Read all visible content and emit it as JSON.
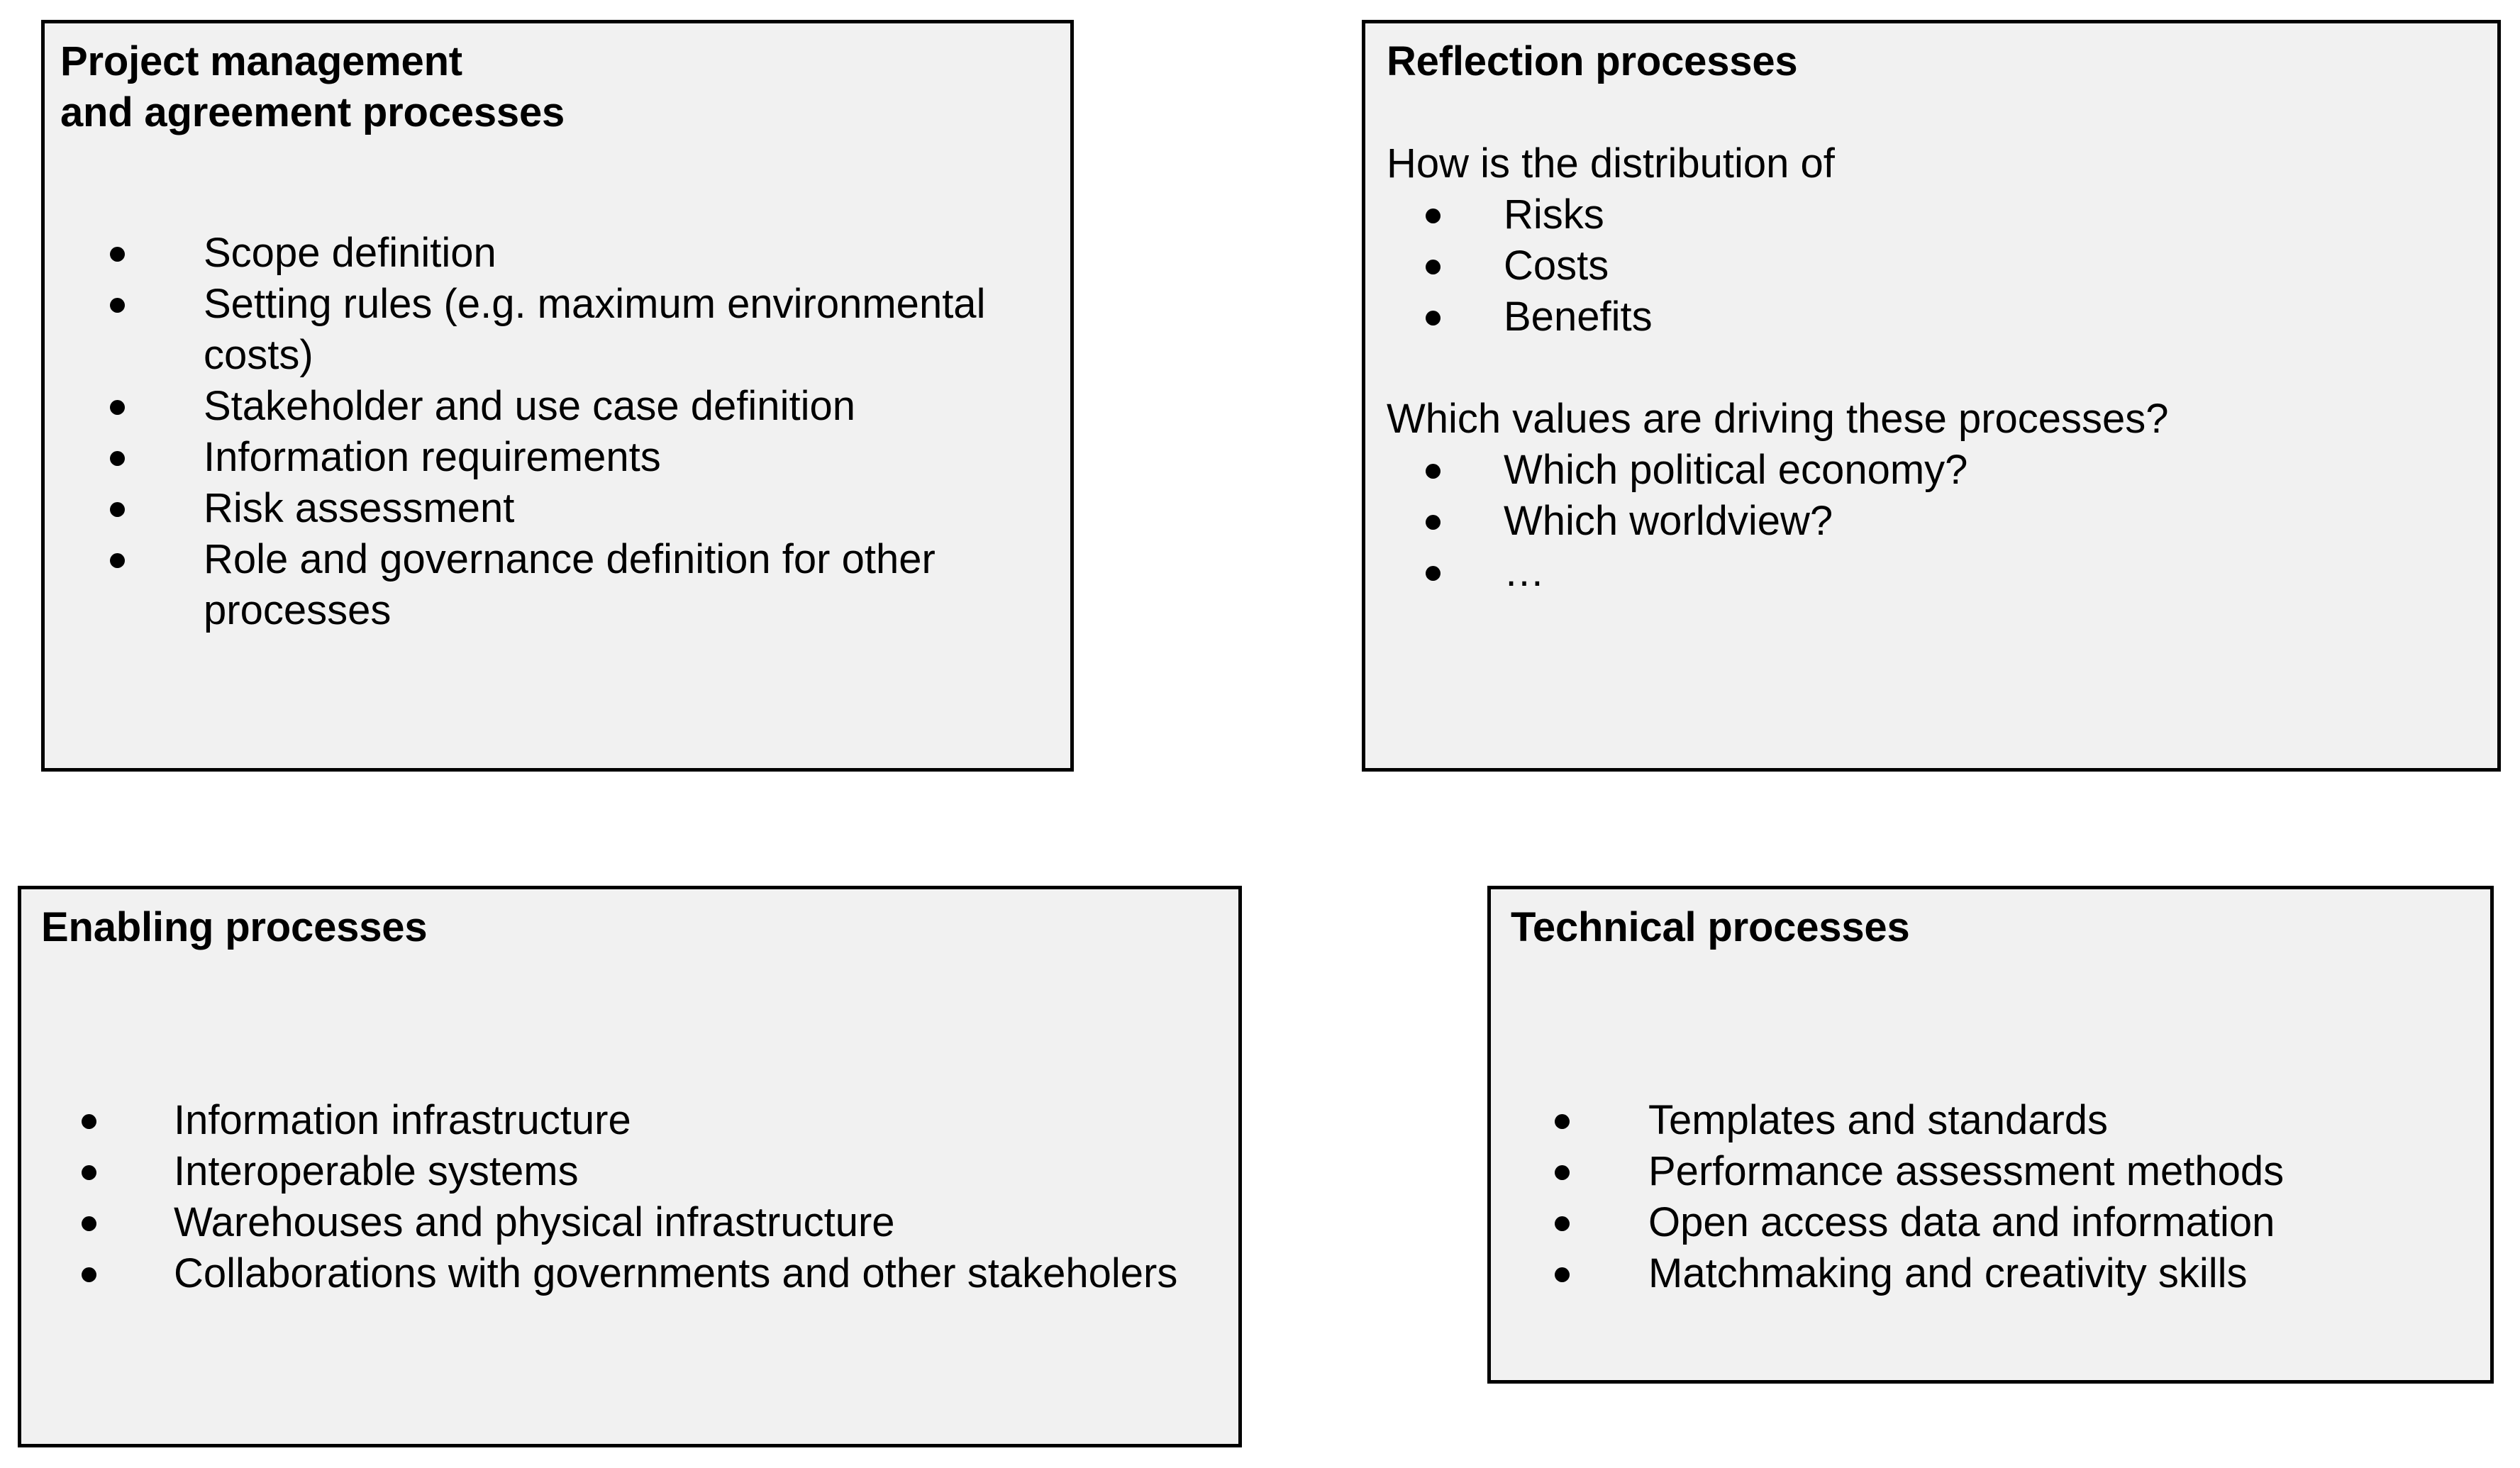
{
  "diagram": {
    "background_color": "#ffffff",
    "box_fill_color": "#f1f1f1",
    "box_border_color": "#000000",
    "text_color": "#000000",
    "boxes": [
      {
        "id": "project-management",
        "title": "Project management\nand agreement processes",
        "sections": [
          {
            "lead": "",
            "bullets": [
              "Scope definition",
              "Setting rules (e.g. maximum environmental costs)",
              "Stakeholder and use case definition",
              "Information requirements",
              "Risk assessment",
              "Role and governance definition for other processes"
            ]
          }
        ]
      },
      {
        "id": "reflection",
        "title": "Reflection processes",
        "sections": [
          {
            "lead": "How is the distribution of",
            "bullets": [
              "Risks",
              "Costs",
              "Benefits"
            ]
          },
          {
            "lead": "Which values are driving these processes?",
            "bullets": [
              "Which political economy?",
              "Which worldview?",
              "…"
            ]
          }
        ]
      },
      {
        "id": "enabling",
        "title": "Enabling processes",
        "sections": [
          {
            "lead": "",
            "bullets": [
              "Information infrastructure",
              "Interoperable systems",
              "Warehouses and physical infrastructure",
              "Collaborations with governments and other stakeholers"
            ]
          }
        ]
      },
      {
        "id": "technical",
        "title": "Technical processes",
        "sections": [
          {
            "lead": "",
            "bullets": [
              "Templates and standards",
              "Performance assessment methods",
              "Open access data and information",
              "Matchmaking and creativity skills"
            ]
          }
        ]
      }
    ]
  }
}
